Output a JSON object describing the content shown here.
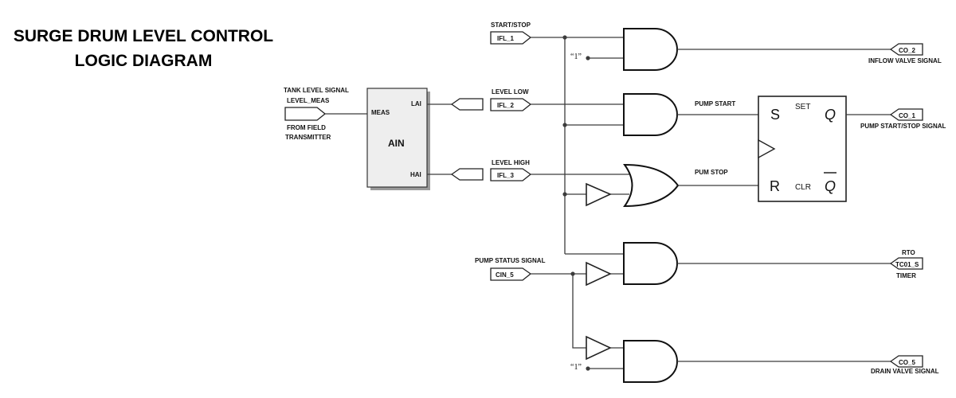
{
  "title": {
    "line1": "SURGE DRUM LEVEL CONTROL",
    "line2": "LOGIC DIAGRAM"
  },
  "field_input": {
    "signal_label": "TANK LEVEL SIGNAL",
    "tag": "LEVEL_MEAS",
    "source_line1": "FROM FIELD",
    "source_line2": "TRANSMITTER"
  },
  "ain_block": {
    "name": "AIN",
    "input": "MEAS",
    "output_low": "LAI",
    "output_high": "HAI"
  },
  "inputs": {
    "start_stop": {
      "label": "START/STOP",
      "tag": "IFL_1"
    },
    "level_low": {
      "label": "LEVEL LOW",
      "tag": "IFL_2"
    },
    "level_high": {
      "label": "LEVEL HIGH",
      "tag": "IFL_3"
    },
    "pump_status": {
      "label": "PUMP STATUS SIGNAL",
      "tag": "CIN_5"
    }
  },
  "constants": {
    "one_top": "“1”",
    "one_bottom": "“1”"
  },
  "internal_labels": {
    "pump_start": "PUMP START",
    "pump_stop": "PUM STOP"
  },
  "flip_flop": {
    "s": "S",
    "set": "SET",
    "q": "Q",
    "r": "R",
    "clr": "CLR",
    "q_bar": "Q"
  },
  "outputs": {
    "inflow_valve": {
      "tag": "CO_2",
      "label": "INFLOW VALVE SIGNAL"
    },
    "pump_start_stop": {
      "tag": "CO_1",
      "label": "PUMP START/STOP  SIGNAL"
    },
    "timer": {
      "top_label": "RTO",
      "tag": "TC01_S",
      "label": "TIMER"
    },
    "drain_valve": {
      "tag": "CO_5",
      "label": "DRAIN VALVE SIGNAL"
    }
  }
}
